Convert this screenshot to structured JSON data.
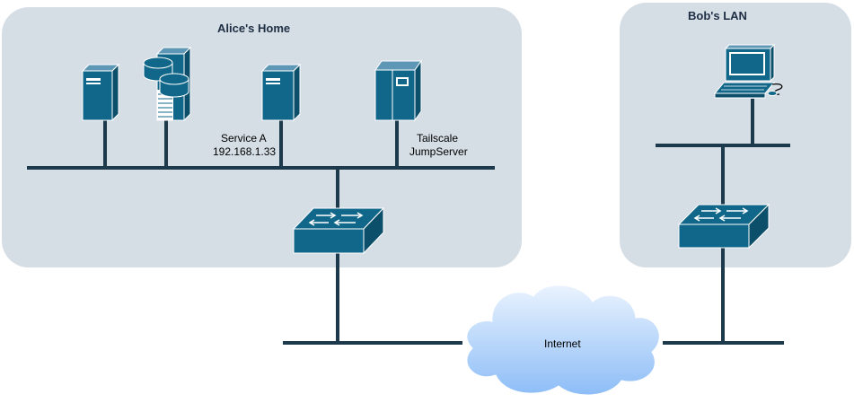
{
  "zones": {
    "alice": {
      "title": "Alice's Home"
    },
    "bob": {
      "title": "Bob's LAN"
    }
  },
  "nodes": {
    "service_a": {
      "label": "Service A",
      "ip": "192.168.1.33"
    },
    "jumpserver": {
      "line1": "Tailscale",
      "line2": "JumpServer"
    },
    "internet": {
      "label": "Internet"
    }
  },
  "colors": {
    "zone_fill": "#d5dde5",
    "device": "#10678a",
    "device_dark": "#0b4f6b",
    "line": "#1d3a4c",
    "cloud_top": "#eaf3fe",
    "cloud_bottom": "#8dbdf7"
  },
  "icons": [
    "server-icon",
    "database-server-icon",
    "server-icon",
    "mainframe-icon",
    "switch-icon",
    "workstation-icon",
    "switch-icon",
    "cloud-icon"
  ]
}
